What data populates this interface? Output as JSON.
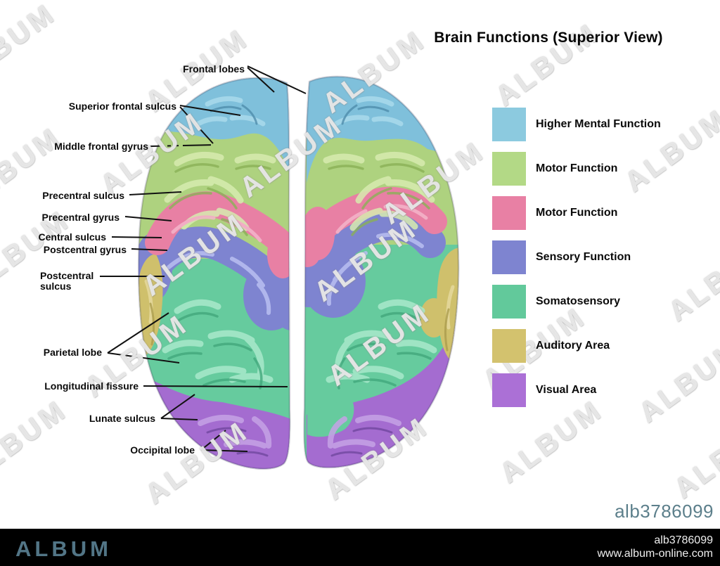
{
  "title": "Brain Functions (Superior View)",
  "watermark": {
    "text": "ALBUM"
  },
  "brain_labels": {
    "items": [
      "Frontal lobes",
      "Superior frontal sulcus",
      "Middle frontal gyrus",
      "Precentral sulcus",
      "Precentral gyrus",
      "Central sulcus",
      "Postcentral gyrus",
      "Postcentral sulcus",
      "Parietal lobe",
      "Longitudinal fissure",
      "Lunate sulcus",
      "Occipital lobe"
    ]
  },
  "legend": {
    "items": [
      {
        "label": "Higher Mental Function",
        "color": "#8ccadf"
      },
      {
        "label": "Motor Function",
        "color": "#b3d986"
      },
      {
        "label": "Motor Function",
        "color": "#e880a4"
      },
      {
        "label": "Sensory Function",
        "color": "#7e84d0"
      },
      {
        "label": "Somatosensory",
        "color": "#62c99b"
      },
      {
        "label": "Auditory Area",
        "color": "#d3c26e"
      },
      {
        "label": "Visual Area",
        "color": "#ab70d6"
      }
    ]
  },
  "overlay": {
    "image_id": "alb3786099"
  },
  "footer": {
    "brand": "ALBUM",
    "image_id": "alb3786099",
    "website": "www.album-online.com"
  }
}
